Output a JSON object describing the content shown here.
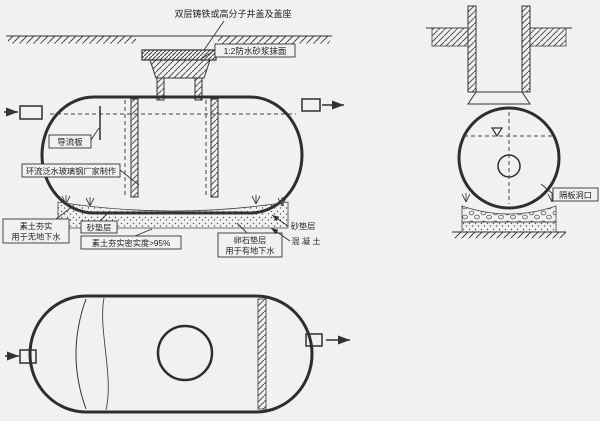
{
  "colors": {
    "paper": "#f0f2f1",
    "ink": "#2e2e2e"
  },
  "labels": {
    "manhole_cover": "双层铸铁或高分子井盖及盖座",
    "mortar_finish": "1:2防水砂浆抹面",
    "deflector": "导流板",
    "fiberglass_maker": "环流泛水玻璃钢厂家制作",
    "plain_soil_line1": "素土夯实",
    "plain_soil_line2": "用于无地下水",
    "sand_cushion_left": "砂垫层",
    "soil_density": "素土夯实密实度>95%",
    "pebble_line1": "卵石垫层",
    "pebble_line2": "用于有地下水",
    "sand_cushion_right": "砂垫层",
    "concrete": "混 凝 土",
    "partition_opening": "隔板洞口"
  }
}
